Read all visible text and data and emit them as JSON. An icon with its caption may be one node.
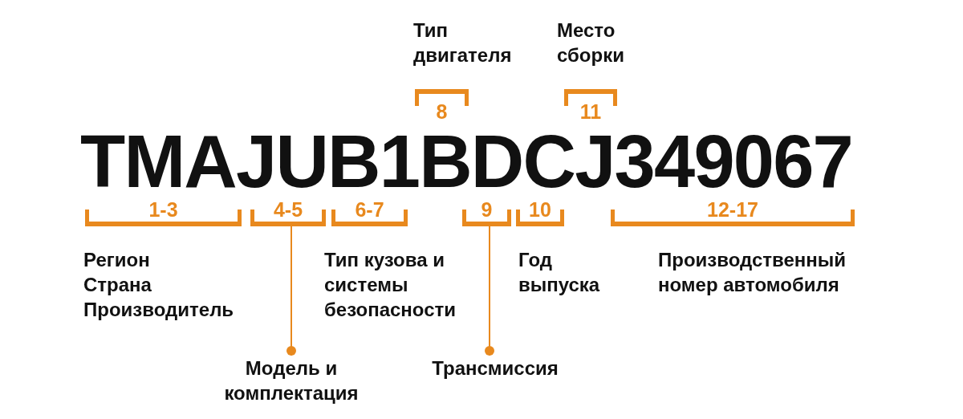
{
  "diagram": {
    "nodes": [
      {
        "text": [
          "8"
        ],
        "beside": [
          "Тип двигателя"
        ]
      },
      {
        "text": [
          "11"
        ],
        "beside": [
          "Место сборки"
        ]
      },
      {
        "text": [
          "1-3"
        ],
        "beside": [
          "Регион",
          "Страна",
          "Производитель"
        ]
      },
      {
        "text": [
          "4-5"
        ]
      },
      {
        "text": [
          "6-7"
        ],
        "beside": [
          "Тип кузова и системы безопасности"
        ]
      },
      {
        "text": [
          "9"
        ]
      },
      {
        "text": [
          "10"
        ],
        "beside": [
          "Год выпуска"
        ]
      },
      {
        "text": [
          "12-17"
        ],
        "beside": [
          "Производственный номер автомобиля"
        ]
      },
      {
        "text": [
          "Модель и комплектация"
        ]
      },
      {
        "text": [
          "Трансмиссия"
        ]
      }
    ],
    "edges": [
      {
        "from": 8,
        "to": 3,
        "arrow": "other"
      },
      {
        "from": 9,
        "to": 5,
        "arrow": "other"
      }
    ],
    "labels": [
      "TMAJUB1BDCJ349067"
    ]
  }
}
